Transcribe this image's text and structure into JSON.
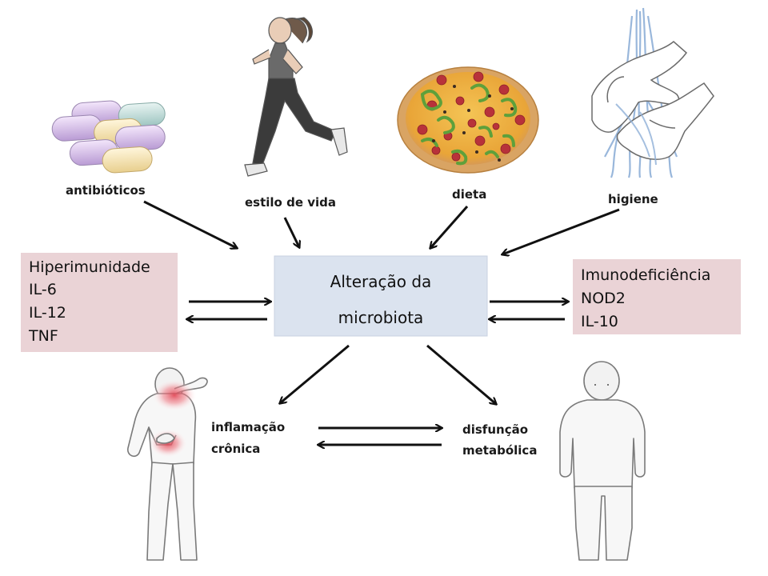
{
  "influences": {
    "antibiotics": "antibióticos",
    "lifestyle": "estilo de vida",
    "diet": "dieta",
    "hygiene": "higiene"
  },
  "center": {
    "line1": "Alteração da",
    "line2": "microbiota"
  },
  "left_box": {
    "items": [
      "Hiperimunidade",
      "IL-6",
      "IL-12",
      "TNF"
    ]
  },
  "right_box": {
    "items": [
      "Imunodeficiência",
      "NOD2",
      "IL-10"
    ]
  },
  "outcomes": {
    "inflammation_line1": "inflamação",
    "inflammation_line2": "crônica",
    "metabolic_line1": "disfunção",
    "metabolic_line2": "metabólica"
  },
  "icons": [
    "pills-icon",
    "runner-icon",
    "pizza-icon",
    "handwashing-icon",
    "back-pain-person-icon",
    "obese-person-icon"
  ],
  "colors": {
    "center_box": "#dbe3ef",
    "side_boxes": "#ead3d6",
    "pain_spots": "#e0404f"
  }
}
